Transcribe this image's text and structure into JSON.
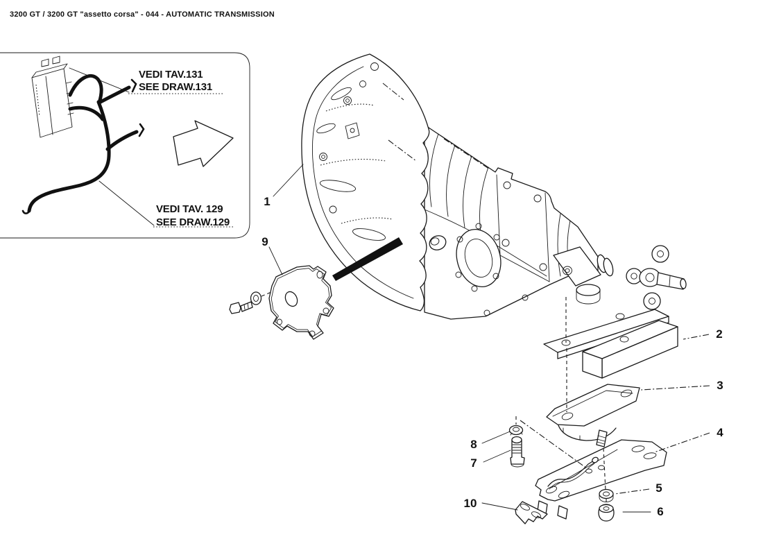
{
  "page": {
    "title": "3200 GT / 3200 GT \"assetto corsa\" - 044 - AUTOMATIC TRANSMISSION"
  },
  "inset": {
    "ref_131": {
      "line1": "VEDI TAV.131",
      "line2": "SEE DRAW.131"
    },
    "ref_129": {
      "line1": "VEDI TAV. 129",
      "line2": "SEE DRAW.129"
    }
  },
  "callouts": {
    "c1": "1",
    "c2": "2",
    "c3": "3",
    "c4": "4",
    "c5": "5",
    "c6": "6",
    "c7": "7",
    "c8": "8",
    "c9": "9",
    "c10": "10"
  },
  "icons": {
    "direction_arrow": "block-arrow-right",
    "ecu_harness": "ecu-with-cables",
    "pointer_arrow": "solid-wedge-arrow"
  },
  "colors": {
    "ink": "#1a1a1a",
    "paper": "#ffffff"
  }
}
